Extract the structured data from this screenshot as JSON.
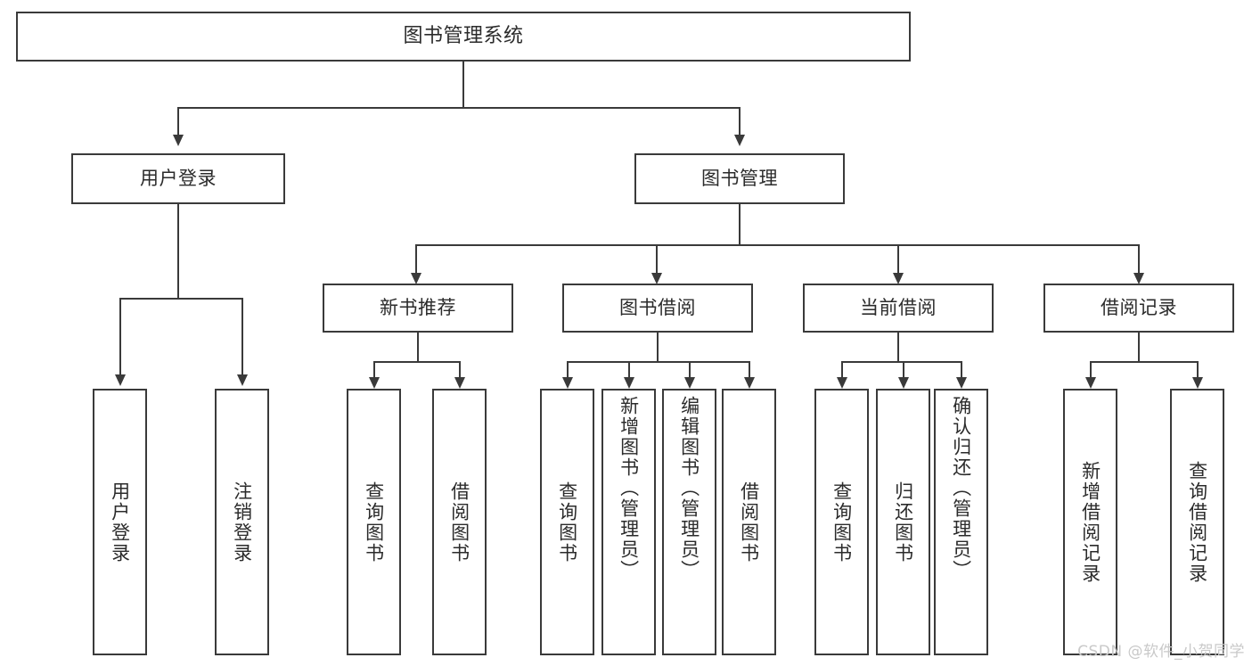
{
  "diagram": {
    "type": "tree",
    "title": "图书管理系统",
    "colors": {
      "background": "#ffffff",
      "box_border": "#3a3a3a",
      "box_fill": "#ffffff",
      "text": "#2b2b2b",
      "connector": "#3a3a3a",
      "watermark": "#c9c9c9"
    },
    "levels": {
      "level1": "图书管理系统",
      "level2": [
        "用户登录",
        "图书管理"
      ],
      "level3": [
        "新书推荐",
        "图书借阅",
        "当前借阅",
        "借阅记录"
      ]
    },
    "nodes": {
      "root": {
        "label": "图书管理系统"
      },
      "user_login": {
        "label": "用户登录"
      },
      "book_manage": {
        "label": "图书管理"
      },
      "new_book_rec": {
        "label": "新书推荐"
      },
      "book_borrow": {
        "label": "图书借阅"
      },
      "current_borrow": {
        "label": "当前借阅"
      },
      "borrow_record": {
        "label": "借阅记录"
      }
    },
    "leaves": {
      "user_login": [
        {
          "label": "用户登录"
        },
        {
          "label": "注销登录"
        }
      ],
      "new_book_rec": [
        {
          "label": "查询图书"
        },
        {
          "label": "借阅图书"
        }
      ],
      "book_borrow": [
        {
          "label": "查询图书"
        },
        {
          "label": "新增图书（管理员）"
        },
        {
          "label": "编辑图书（管理员）"
        },
        {
          "label": "借阅图书"
        }
      ],
      "current_borrow": [
        {
          "label": "查询图书"
        },
        {
          "label": "归还图书"
        },
        {
          "label": "确认归还（管理员）"
        }
      ],
      "borrow_record": [
        {
          "label": "新增借阅记录"
        },
        {
          "label": "查询借阅记录"
        }
      ]
    },
    "watermark": "CSDN @软件_小贺同学"
  }
}
